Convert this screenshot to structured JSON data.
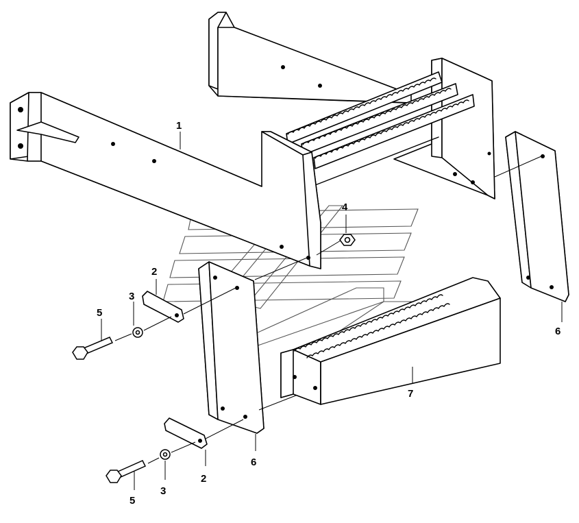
{
  "callouts": {
    "c1": "1",
    "c2a": "2",
    "c2b": "2",
    "c3a": "3",
    "c3b": "3",
    "c4": "4",
    "c5a": "5",
    "c5b": "5",
    "c6a": "6",
    "c6b": "6",
    "c7": "7"
  },
  "colors": {
    "line": "#000000",
    "background": "#ffffff",
    "watermark": "#555555"
  }
}
